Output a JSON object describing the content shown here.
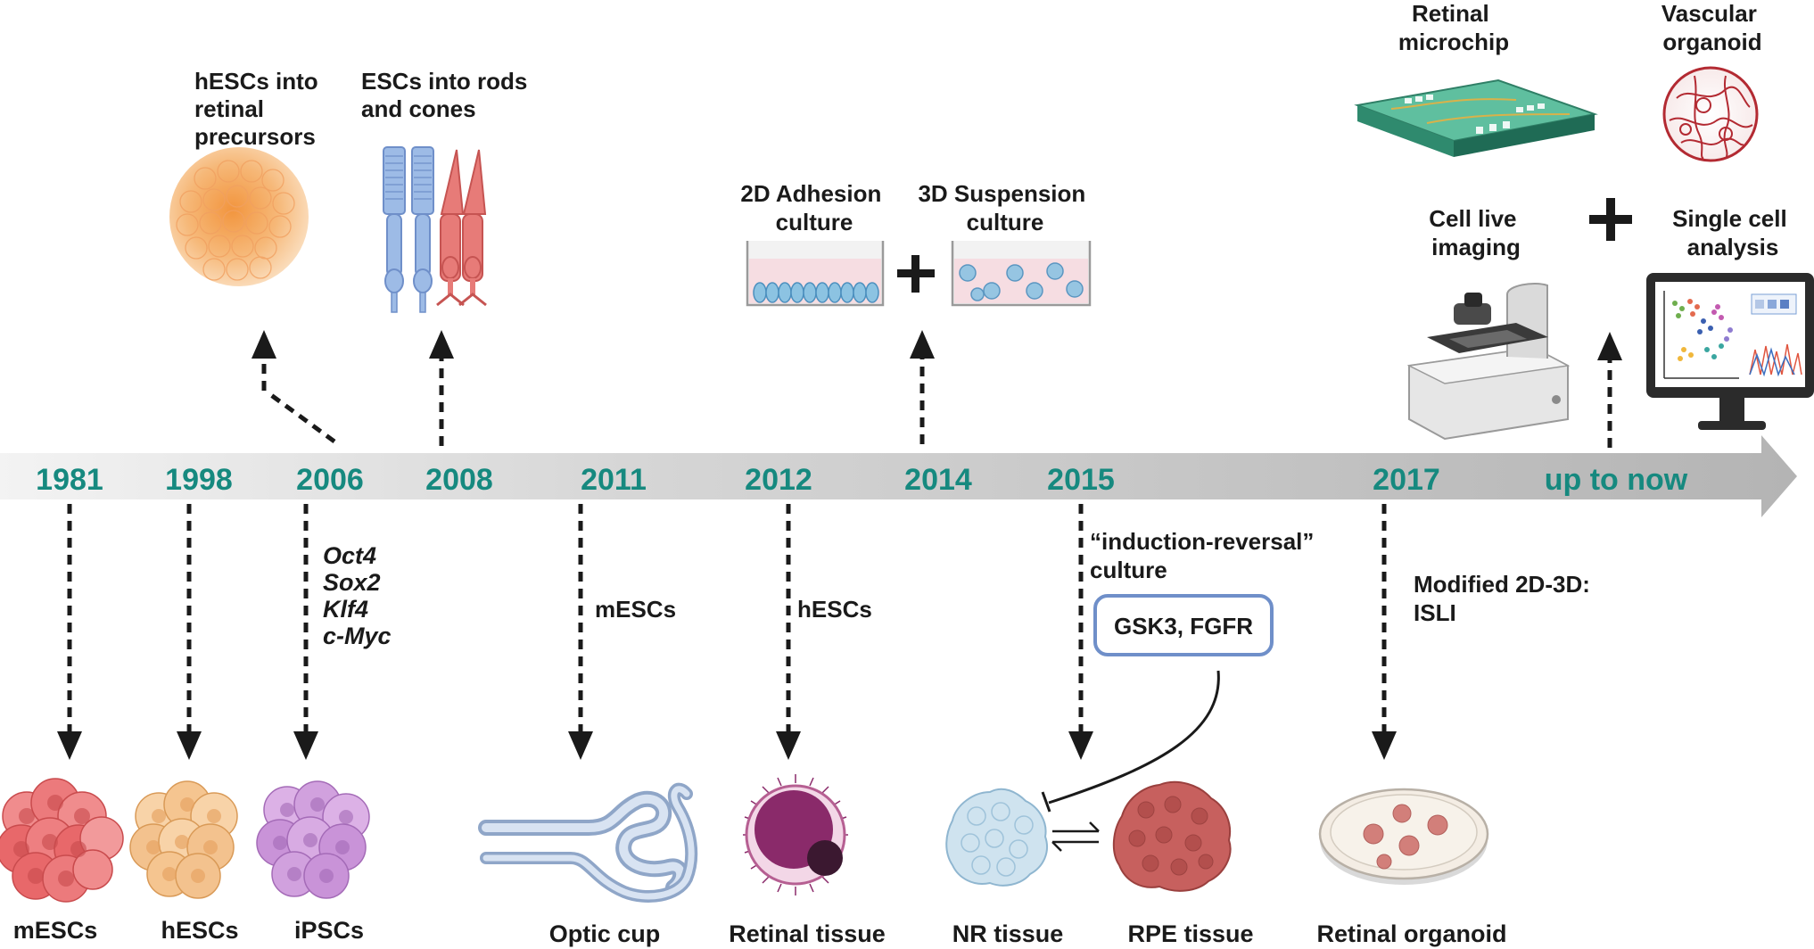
{
  "timeline": {
    "years": [
      "1981",
      "1998",
      "2006",
      "2008",
      "2011",
      "2012",
      "2014",
      "2015",
      "2017",
      "up to now"
    ]
  },
  "top": {
    "hesc_retinal": [
      "hESCs into",
      "retinal",
      "precursors"
    ],
    "esc_rods": [
      "ESCs into rods",
      "and cones"
    ],
    "adhesion": [
      "2D Adhesion",
      "culture"
    ],
    "suspension": [
      "3D Suspension",
      "culture"
    ],
    "microchip": [
      "Retinal",
      "microchip"
    ],
    "vascular": [
      "Vascular",
      "organoid"
    ],
    "live_imaging": [
      "Cell live",
      "imaging"
    ],
    "single_cell": [
      "Single cell",
      "analysis"
    ]
  },
  "middle": {
    "factors": [
      "Oct4",
      "Sox2",
      "Klf4",
      "c-Myc"
    ],
    "mescs_2011": "mESCs",
    "hescs_2012": "hESCs",
    "induction": [
      "“induction-reversal”",
      "culture"
    ],
    "inhibitors": "GSK3, FGFR",
    "modified": [
      "Modified 2D-3D:",
      "ISLI"
    ]
  },
  "bottom": {
    "mescs": "mESCs",
    "hescs": "hESCs",
    "ipscs": "iPSCs",
    "optic_cup": "Optic cup",
    "retinal_tissue": "Retinal tissue",
    "nr_tissue": "NR tissue",
    "rpe_tissue": "RPE tissue",
    "retinal_organoid": "Retinal organoid"
  },
  "colors": {
    "year_text": "#16897f",
    "mesc_cell": "#e8686a",
    "hesc_cell": "#f3c28e",
    "ipsc_cell": "#c993d8",
    "nr_tissue": "#cfe3ef",
    "rpe_tissue": "#c7605e",
    "retinal_tissue": "#8a2a6a",
    "rod": "#9dbbe6",
    "cone": "#e77b78",
    "chip": "#3fa58a",
    "inhibitor_box": "#6f8fc9"
  }
}
